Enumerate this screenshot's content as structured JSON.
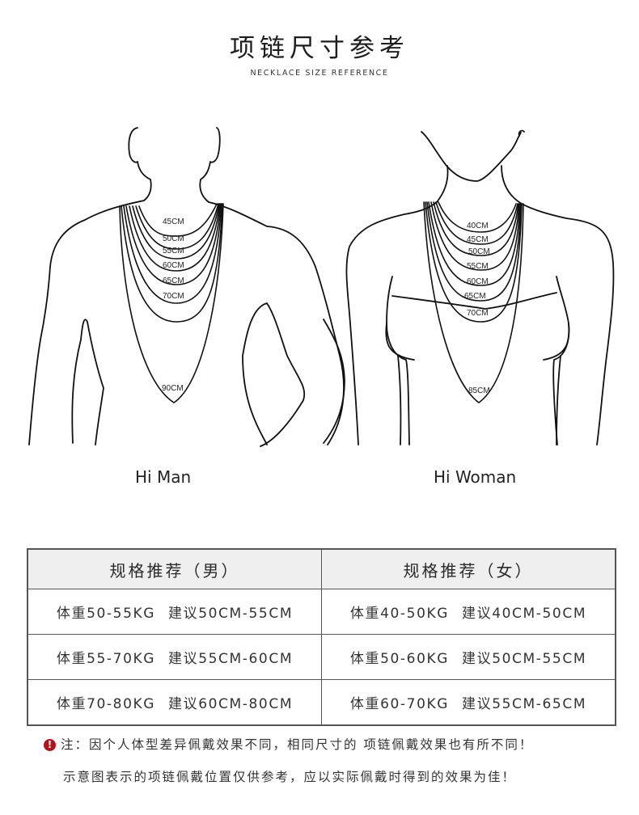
{
  "header": {
    "title": "项链尺寸参考",
    "subtitle": "NECKLACE SIZE REFERENCE"
  },
  "figures": {
    "man": {
      "caption": "Hi Man",
      "chain_labels": [
        "45CM",
        "50CM",
        "55CM",
        "60CM",
        "65CM",
        "70CM",
        "90CM"
      ]
    },
    "woman": {
      "caption": "Hi Woman",
      "chain_labels": [
        "40CM",
        "45CM",
        "50CM",
        "55CM",
        "60CM",
        "65CM",
        "70CM",
        "85CM"
      ]
    }
  },
  "table": {
    "headers": [
      "规格推荐（男）",
      "规格推荐（女）"
    ],
    "rows": [
      {
        "men": {
          "weight": "体重50-55KG",
          "suggest": "建议50CM-55CM"
        },
        "women": {
          "weight": "体重40-50KG",
          "suggest": "建议40CM-50CM"
        }
      },
      {
        "men": {
          "weight": "体重55-70KG",
          "suggest": "建议55CM-60CM"
        },
        "women": {
          "weight": "体重50-60KG",
          "suggest": "建议50CM-55CM"
        }
      },
      {
        "men": {
          "weight": "体重70-80KG",
          "suggest": "建议60CM-80CM"
        },
        "women": {
          "weight": "体重60-70KG",
          "suggest": "建议55CM-65CM"
        }
      }
    ]
  },
  "notes": {
    "icon": "exclamation-circle-icon",
    "icon_glyph": "!",
    "icon_color": "#b2121b",
    "line1": "注：因个人体型差异佩戴效果不同，相同尺寸的 项链佩戴效果也有所不同！",
    "line2": "示意图表示的项链佩戴位置仅供参考，应以实际佩戴时得到的效果为佳！"
  }
}
